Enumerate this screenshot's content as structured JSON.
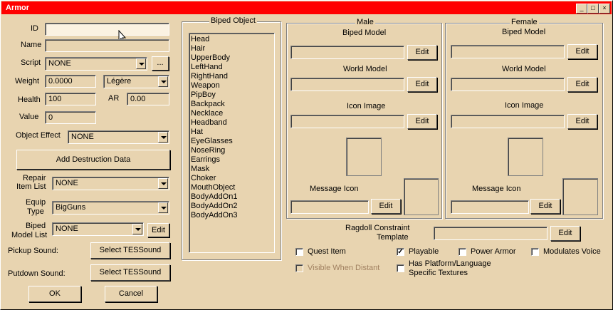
{
  "window": {
    "title": "Armor",
    "buttons": {
      "minimize": "_",
      "maximize": "□",
      "close": "×"
    }
  },
  "left": {
    "id_label": "ID",
    "id_value": "",
    "name_label": "Name",
    "name_value": "",
    "script_label": "Script",
    "script_value": "NONE",
    "script_browse": "...",
    "weight_label": "Weight",
    "weight_value": "0.0000",
    "weight_class": "Légère",
    "health_label": "Health",
    "health_value": "100",
    "ar_label": "AR",
    "ar_value": "0.00",
    "value_label": "Value",
    "value_value": "0",
    "object_effect_label": "Object Effect",
    "object_effect_value": "NONE",
    "add_destruction": "Add Destruction Data",
    "repair_label_1": "Repair",
    "repair_label_2": "Item List",
    "repair_value": "NONE",
    "equip_label_1": "Equip",
    "equip_label_2": "Type",
    "equip_value": "BigGuns",
    "biped_list_label_1": "Biped",
    "biped_list_label_2": "Model List",
    "biped_list_value": "NONE",
    "biped_list_edit": "Edit",
    "pickup_label": "Pickup Sound:",
    "pickup_button": "Select TESSound",
    "putdown_label": "Putdown Sound:",
    "putdown_button": "Select TESSound",
    "ok": "OK",
    "cancel": "Cancel"
  },
  "biped_object": {
    "title": "Biped Object",
    "items": [
      "Head",
      "Hair",
      "UpperBody",
      "LeftHand",
      "RightHand",
      "Weapon",
      "PipBoy",
      "Backpack",
      "Necklace",
      "Headband",
      "Hat",
      "EyeGlasses",
      "NoseRing",
      "Earrings",
      "Mask",
      "Choker",
      "MouthObject",
      "BodyAddOn1",
      "BodyAddOn2",
      "BodyAddOn3"
    ]
  },
  "male": {
    "title": "Male",
    "biped_model": "Biped Model",
    "world_model": "World Model",
    "icon_image": "Icon Image",
    "message_icon": "Message Icon",
    "edit": "Edit"
  },
  "female": {
    "title": "Female",
    "biped_model": "Biped Model",
    "world_model": "World Model",
    "icon_image": "Icon Image",
    "message_icon": "Message Icon",
    "edit": "Edit"
  },
  "ragdoll": {
    "label_1": "Ragdoll Constraint",
    "label_2": "Template",
    "edit": "Edit"
  },
  "flags": {
    "quest_item": {
      "label": "Quest Item",
      "checked": false
    },
    "playable": {
      "label": "Playable",
      "checked": true
    },
    "power_armor": {
      "label": "Power Armor",
      "checked": false
    },
    "modulates_voice": {
      "label": "Modulates Voice",
      "checked": false
    },
    "visible_distant": {
      "label": "Visible When Distant",
      "checked": false
    },
    "platform_1": "Has Platform/Language",
    "platform_2": "Specific Textures",
    "platform_checked": false
  },
  "colors": {
    "titlebar": "#ff0000",
    "background": "#e8d4b0"
  }
}
